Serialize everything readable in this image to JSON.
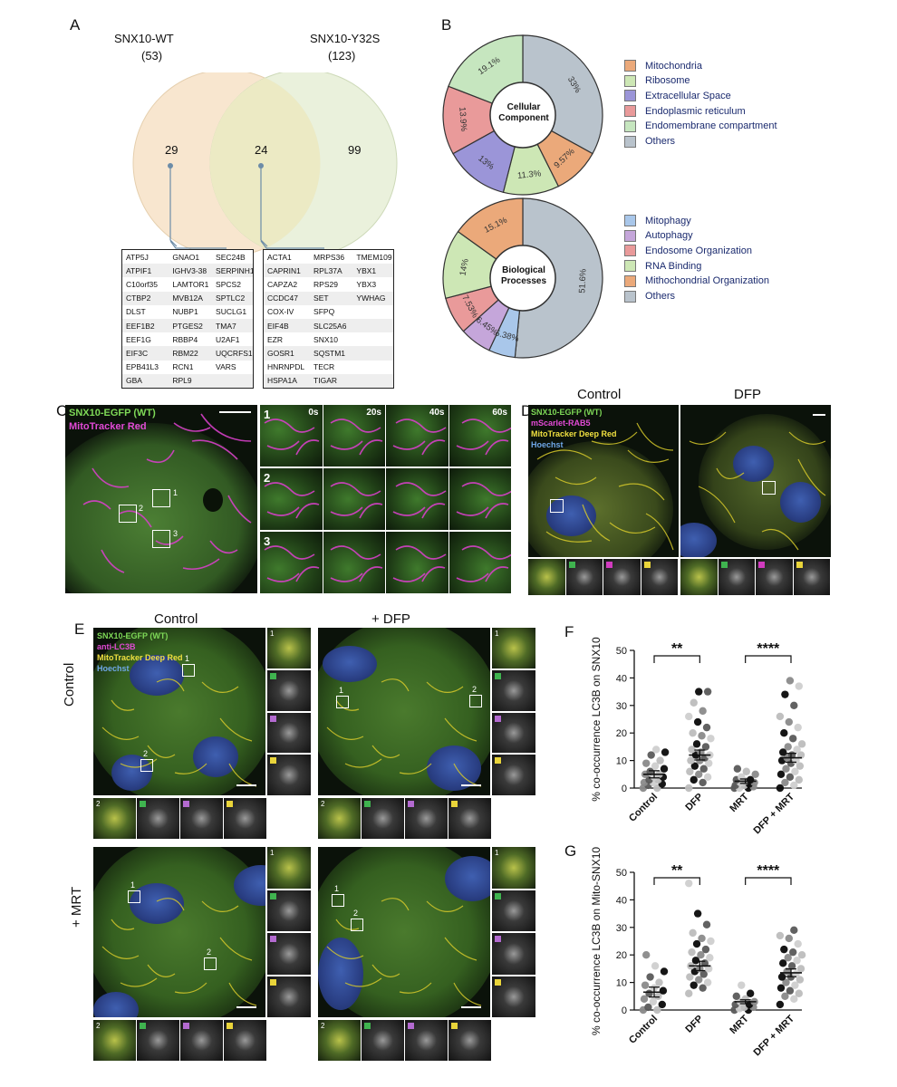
{
  "panels": {
    "A": "A",
    "B": "B",
    "C": "C",
    "D": "D",
    "E": "E",
    "F": "F",
    "G": "G"
  },
  "venn": {
    "left_title": "SNX10-WT",
    "left_count": "(53)",
    "right_title": "SNX10-Y32S",
    "right_count": "(123)",
    "only_left": "29",
    "overlap": "24",
    "only_right": "99",
    "colors": {
      "left": "#f8e6cf",
      "right": "#e6efd6",
      "overlap": "#eceac4"
    }
  },
  "genes_left": [
    [
      "ATP5J",
      "GNAO1",
      "SEC24B"
    ],
    [
      "ATPIF1",
      "IGHV3-38",
      "SERPINH1"
    ],
    [
      "C10orf35",
      "LAMTOR1",
      "SPCS2"
    ],
    [
      "CTBP2",
      "MVB12A",
      "SPTLC2"
    ],
    [
      "DLST",
      "NUBP1",
      "SUCLG1"
    ],
    [
      "EEF1B2",
      "PTGES2",
      "TMA7"
    ],
    [
      "EEF1G",
      "RBBP4",
      "U2AF1"
    ],
    [
      "EIF3C",
      "RBM22",
      "UQCRFS1"
    ],
    [
      "EPB41L3",
      "RCN1",
      "VARS"
    ],
    [
      "GBA",
      "RPL9",
      ""
    ]
  ],
  "genes_right": [
    [
      "ACTA1",
      "MRPS36",
      "TMEM109"
    ],
    [
      "CAPRIN1",
      "RPL37A",
      "YBX1"
    ],
    [
      "CAPZA2",
      "RPS29",
      "YBX3"
    ],
    [
      "CCDC47",
      "SET",
      "YWHAG"
    ],
    [
      "COX-IV",
      "SFPQ",
      ""
    ],
    [
      "EIF4B",
      "SLC25A6",
      ""
    ],
    [
      "EZR",
      "SNX10",
      ""
    ],
    [
      "GOSR1",
      "SQSTM1",
      ""
    ],
    [
      "HNRNPDL",
      "TECR",
      ""
    ],
    [
      "HSPA1A",
      "TIGAR",
      ""
    ]
  ],
  "donut_cc": {
    "center_label": [
      "Cellular",
      "Component"
    ],
    "slices": [
      {
        "label": "Others",
        "value": 33,
        "text": "33%",
        "color": "#b9c3cc"
      },
      {
        "label": "Mitochondria",
        "value": 9.57,
        "text": "9.57%",
        "color": "#eba97a"
      },
      {
        "label": "Ribosome",
        "value": 11.3,
        "text": "11.3%",
        "color": "#cde7b5"
      },
      {
        "label": "Extracellular Space",
        "value": 13,
        "text": "13%",
        "color": "#9b95d8"
      },
      {
        "label": "Endoplasmic reticulum",
        "value": 13.9,
        "text": "13.9%",
        "color": "#e99a9a"
      },
      {
        "label": "Endomembrane compartment",
        "value": 19.1,
        "text": "19.1%",
        "color": "#c6e6bf"
      }
    ],
    "legend": [
      {
        "label": "Mitochondria",
        "color": "#eba97a"
      },
      {
        "label": "Ribosome",
        "color": "#cde7b5"
      },
      {
        "label": "Extracellular Space",
        "color": "#9b95d8"
      },
      {
        "label": "Endoplasmic reticulum",
        "color": "#e99a9a"
      },
      {
        "label": "Endomembrane compartment",
        "color": "#c6e6bf"
      },
      {
        "label": "Others",
        "color": "#b9c3cc"
      }
    ]
  },
  "donut_bp": {
    "center_label": [
      "Biological",
      "Processes"
    ],
    "slices": [
      {
        "label": "Others",
        "value": 51.6,
        "text": "51.6%",
        "color": "#b9c3cc"
      },
      {
        "label": "Mitophagy",
        "value": 5.38,
        "text": "5.38%",
        "color": "#a9c7ea"
      },
      {
        "label": "Autophagy",
        "value": 6.45,
        "text": "6.45%",
        "color": "#c5a6da"
      },
      {
        "label": "Endosome Organization",
        "value": 7.53,
        "text": "7.53%",
        "color": "#e99a9a"
      },
      {
        "label": "RNA Binding",
        "value": 14,
        "text": "14%",
        "color": "#cde7b5"
      },
      {
        "label": "Mithochondrial Organization",
        "value": 15.1,
        "text": "15.1%",
        "color": "#eba97a"
      }
    ],
    "legend": [
      {
        "label": "Mitophagy",
        "color": "#a9c7ea"
      },
      {
        "label": "Autophagy",
        "color": "#c5a6da"
      },
      {
        "label": "Endosome Organization",
        "color": "#e99a9a"
      },
      {
        "label": "RNA Binding",
        "color": "#cde7b5"
      },
      {
        "label": "Mithochondrial Organization",
        "color": "#eba97a"
      },
      {
        "label": "Others",
        "color": "#b9c3cc"
      }
    ]
  },
  "panel_c": {
    "label_green": "SNX10-EGFP (WT)",
    "label_magenta": "MitoTracker Red",
    "inset_labels": [
      "1",
      "2",
      "3"
    ],
    "times": [
      "0s",
      "20s",
      "40s",
      "60s"
    ]
  },
  "panel_d": {
    "col_control": "Control",
    "col_dfp": "DFP",
    "labels": [
      "SNX10-EGFP (WT)",
      "mScarlet-RAB5",
      "MitoTracker Deep Red",
      "Hoechst"
    ],
    "label_colors": [
      "#7ed957",
      "#e24ad6",
      "#f0e040",
      "#6fa8e8"
    ]
  },
  "panel_e": {
    "col_control": "Control",
    "col_dfp": "+ DFP",
    "row_control": "Control",
    "row_mrt": "+ MRT",
    "labels": [
      "SNX10-EGFP (WT)",
      "anti-LC3B",
      "MitoTracker Deep Red",
      "Hoechst"
    ],
    "label_colors": [
      "#7ed957",
      "#e24ad6",
      "#f0e040",
      "#6fa8e8"
    ],
    "inset_labels": [
      "1",
      "2"
    ]
  },
  "chart_data": [
    {
      "type": "scatter",
      "panel": "F",
      "ylabel": "% co-occurrence LC3B on SNX10",
      "categories": [
        "Control",
        "DFP",
        "MRT",
        "DFP + MRT"
      ],
      "ylim": [
        0,
        50
      ],
      "yticks": [
        0,
        10,
        20,
        30,
        40,
        50
      ],
      "means": [
        5,
        12,
        2.5,
        11
      ],
      "sem": [
        1.3,
        1.8,
        0.8,
        1.6
      ],
      "points": [
        [
          0,
          0,
          1,
          1.5,
          2,
          2,
          3,
          3,
          4,
          4,
          5,
          5,
          6,
          7,
          8,
          9,
          10,
          12,
          13,
          14
        ],
        [
          0,
          2,
          3,
          4,
          5,
          6,
          7,
          8,
          9,
          10,
          10,
          11,
          12,
          12,
          13,
          14,
          15,
          16,
          18,
          19,
          20,
          22,
          24,
          26,
          28,
          31,
          35,
          35
        ],
        [
          0,
          0,
          0,
          0.5,
          1,
          1,
          1.5,
          2,
          2,
          2.5,
          3,
          3,
          4,
          5,
          6,
          7
        ],
        [
          0,
          1,
          2,
          3,
          4,
          5,
          6,
          7,
          8,
          9,
          10,
          10,
          11,
          12,
          12,
          13,
          14,
          15,
          16,
          18,
          20,
          22,
          24,
          26,
          30,
          34,
          37,
          39
        ]
      ],
      "significance": [
        {
          "pair": [
            "Control",
            "DFP"
          ],
          "label": "**"
        },
        {
          "pair": [
            "MRT",
            "DFP + MRT"
          ],
          "label": "****"
        }
      ]
    },
    {
      "type": "scatter",
      "panel": "G",
      "ylabel": "% co-occurrence LC3B on Mito-SNX10",
      "categories": [
        "Control",
        "DFP",
        "MRT",
        "DFP + MRT"
      ],
      "ylim": [
        0,
        50
      ],
      "yticks": [
        0,
        10,
        20,
        30,
        40,
        50
      ],
      "means": [
        6.5,
        16,
        3,
        13.5
      ],
      "sem": [
        1.8,
        1.7,
        0.7,
        1.4
      ],
      "points": [
        [
          0,
          0,
          1,
          2,
          3,
          4,
          5,
          6,
          7,
          8,
          9,
          10,
          12,
          14,
          16,
          20
        ],
        [
          6,
          8,
          9,
          10,
          11,
          12,
          13,
          14,
          15,
          15,
          16,
          17,
          18,
          19,
          20,
          21,
          22,
          24,
          25,
          26,
          28,
          31,
          35,
          46
        ],
        [
          0,
          0,
          0.5,
          1,
          1,
          2,
          2,
          3,
          3,
          4,
          5,
          6,
          9
        ],
        [
          2,
          4,
          5,
          6,
          7,
          8,
          9,
          10,
          11,
          12,
          12,
          13,
          14,
          15,
          16,
          17,
          18,
          19,
          20,
          21,
          22,
          24,
          26,
          27,
          29
        ]
      ],
      "significance": [
        {
          "pair": [
            "Control",
            "DFP"
          ],
          "label": "**"
        },
        {
          "pair": [
            "MRT",
            "DFP + MRT"
          ],
          "label": "****"
        }
      ]
    }
  ]
}
